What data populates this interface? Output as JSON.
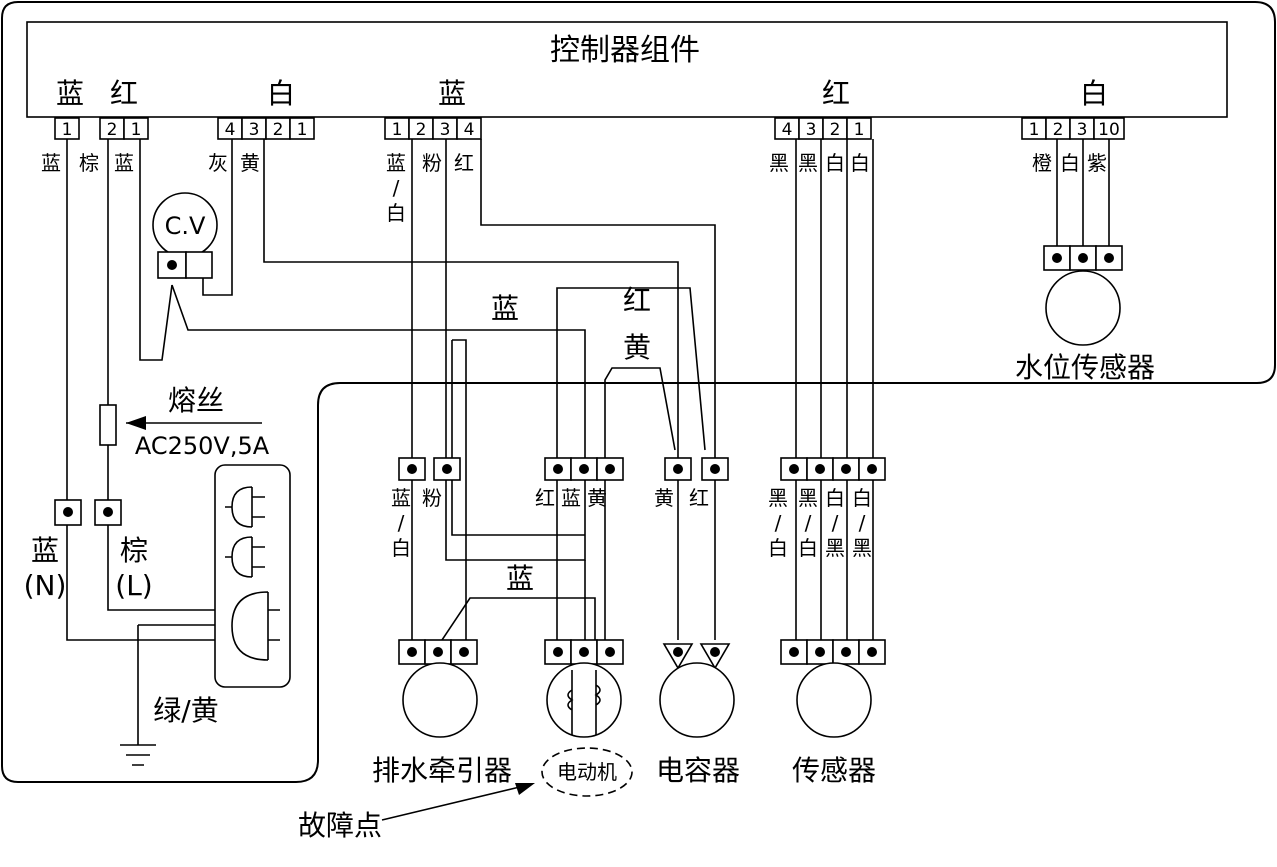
{
  "controller": {
    "title": "控制器组件",
    "connectors": [
      {
        "color": "蓝",
        "pins": [
          "1"
        ]
      },
      {
        "color": "红",
        "pins": [
          "2",
          "1"
        ]
      },
      {
        "color": "白",
        "pins": [
          "4",
          "3",
          "2",
          "1"
        ]
      },
      {
        "color": "蓝",
        "pins": [
          "1",
          "2",
          "3",
          "4"
        ]
      },
      {
        "color": "红",
        "pins": [
          "4",
          "3",
          "2",
          "1"
        ]
      },
      {
        "color": "白",
        "pins": [
          "1",
          "2",
          "3",
          "10"
        ]
      }
    ]
  },
  "wire_labels_top": {
    "a": "蓝",
    "b": "棕",
    "c": "蓝",
    "d": "灰",
    "e": "黄",
    "f1": "蓝",
    "f2": "/",
    "f3": "白",
    "g": "粉",
    "h": "红",
    "i1": "黑",
    "i2": "黑",
    "i3": "白",
    "i4": "白",
    "j1": "橙",
    "j2": "白",
    "j3": "紫"
  },
  "cv": {
    "label": "C.V"
  },
  "mid_labels": {
    "blue": "蓝",
    "red": "红",
    "yellow": "黄",
    "blue2": "蓝"
  },
  "fuse": {
    "label": "熔丝",
    "rating": "AC250V,5A"
  },
  "power": {
    "n_color": "蓝",
    "n_tag": "(N)",
    "l_color": "棕",
    "l_tag": "(L)",
    "ground": "绿/黄"
  },
  "lower_labels": {
    "drain1": "蓝",
    "drain1b": "/",
    "drain1c": "白",
    "drain2": "粉",
    "motor1": "红",
    "motor2": "蓝",
    "motor3": "黄",
    "cap1": "黄",
    "cap2": "红",
    "s1a": "黑",
    "s1b": "/",
    "s1c": "白",
    "s2a": "黑",
    "s2b": "/",
    "s2c": "白",
    "s3a": "白",
    "s3b": "/",
    "s3c": "黑",
    "s4a": "白",
    "s4b": "/",
    "s4c": "黑"
  },
  "components": {
    "drain": "排水牵引器",
    "motor": "电动机",
    "capacitor": "电容器",
    "sensor": "传感器",
    "water_level": "水位传感器"
  },
  "fault": {
    "label": "故障点"
  }
}
